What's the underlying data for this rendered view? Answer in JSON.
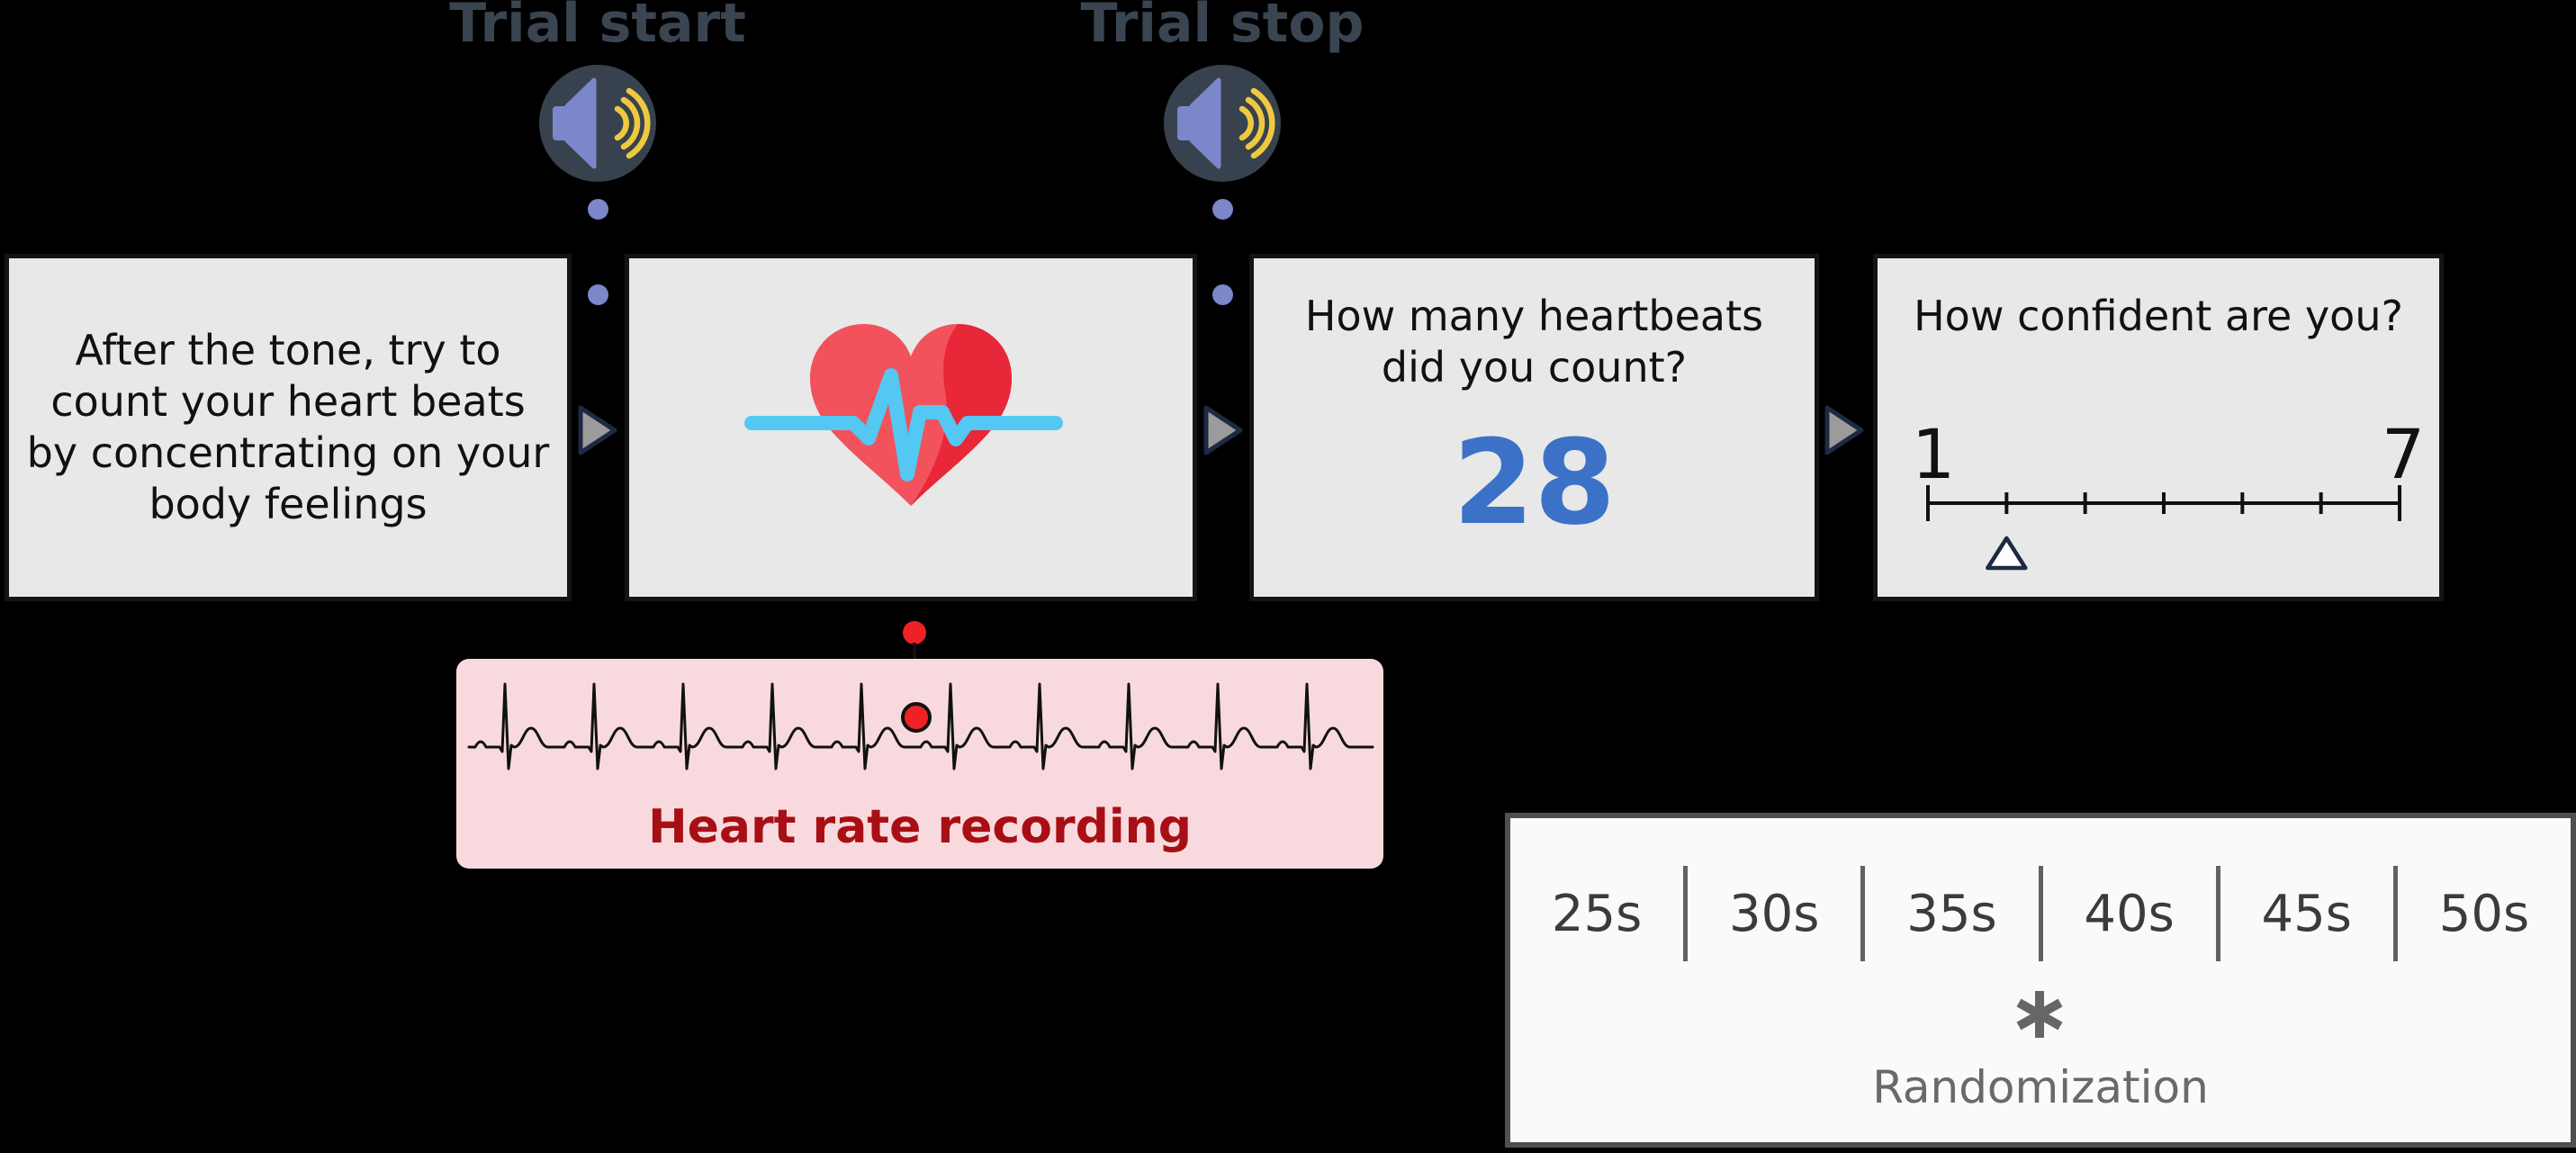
{
  "timeline": {
    "trial_start_label": "Trial start",
    "trial_stop_label": "Trial stop"
  },
  "instruction_box": {
    "lines": [
      "After the tone, try to",
      "count your heart beats",
      "by concentrating on your",
      "body feelings"
    ]
  },
  "count_box": {
    "question_line1": "How many heartbeats",
    "question_line2": "did you count?",
    "reported_count": "28"
  },
  "confidence_box": {
    "question": "How confident are you?",
    "scale_min": "1",
    "scale_max": "7",
    "num_ticks": 7,
    "marker_at_tick": 2
  },
  "recording_box": {
    "label": "Heart rate recording",
    "num_beats": 10
  },
  "randomization_box": {
    "durations": [
      "25s",
      "30s",
      "35s",
      "40s",
      "45s",
      "50s"
    ],
    "asterisk_symbol": "*",
    "label": "Randomization"
  },
  "icons": {
    "trial_start": "speaker-icon",
    "trial_stop": "speaker-icon",
    "stimulus": "heart-ecg-icon",
    "flow_arrow": "play-arrow-icon",
    "randomization": "asterisk-icon",
    "confidence_marker": "triangle-marker-icon"
  },
  "colors": {
    "background": "#000000",
    "panel_fill": "#e8e8e8",
    "panel_border": "#141414",
    "label_slate": "#3a4551",
    "speaker_circle": "#37424e",
    "speaker_horn": "#7b87c9",
    "sound_waves": "#eec93f",
    "connector_dot": "#7b87c9",
    "arrow_fill": "#9b9b9b",
    "arrow_outline": "#1c2a42",
    "heart_red": "#f2525b",
    "heart_shade_red": "#e82738",
    "ecg_cyan": "#54c7f2",
    "count_blue": "#3b72c7",
    "recording_fill": "#f8dade",
    "recording_text_red": "#a80f15",
    "marker_red": "#ee2224",
    "randomization_border": "#4f4f4f",
    "duration_text": "#3b3b3b",
    "randomization_text": "#696969"
  }
}
